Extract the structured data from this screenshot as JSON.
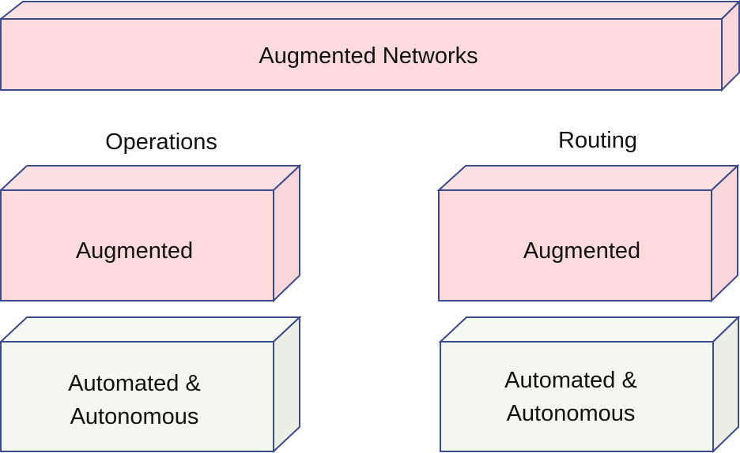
{
  "colors": {
    "outline": "#3a4a8a",
    "pink_front": "#fddadb",
    "pink_side": "#f8d6d9",
    "pink_top": "#fde0e1",
    "green_front": "#f4f7ef",
    "green_side": "#ecefe6",
    "green_top": "#f6f8f2"
  },
  "banner": {
    "label": "Augmented Networks"
  },
  "columns": [
    {
      "heading": "Operations",
      "top_box": {
        "label": "Augmented"
      },
      "bottom_box": {
        "line1": "Automated &",
        "line2": "Autonomous"
      }
    },
    {
      "heading": "Routing",
      "top_box": {
        "label": "Augmented"
      },
      "bottom_box": {
        "line1": "Automated &",
        "line2": "Autonomous"
      }
    }
  ]
}
